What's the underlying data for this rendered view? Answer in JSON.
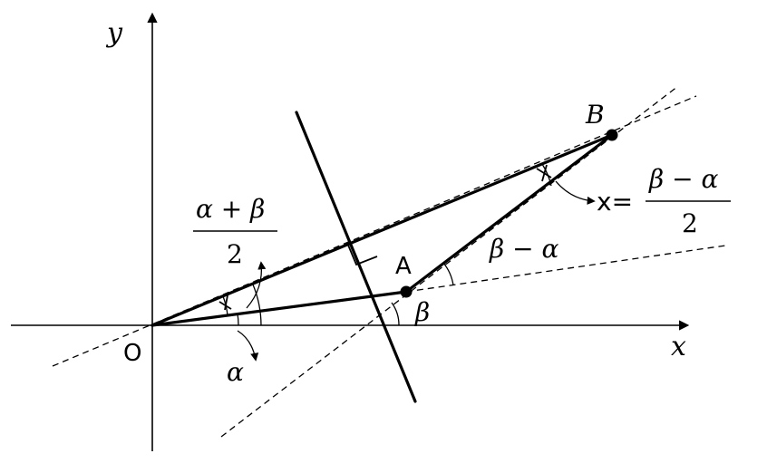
{
  "axes": {
    "x_label": "x",
    "y_label": "y"
  },
  "points": {
    "origin": "O",
    "a": "A",
    "b": "B"
  },
  "labels": {
    "alpha": "α",
    "beta": "β",
    "beta_minus_alpha": "β − α",
    "half_sum_numerator": "α + β",
    "half_sum_denominator": "2",
    "x_equals": "x=",
    "half_diff_numerator": "β − α",
    "half_diff_denominator": "2"
  }
}
